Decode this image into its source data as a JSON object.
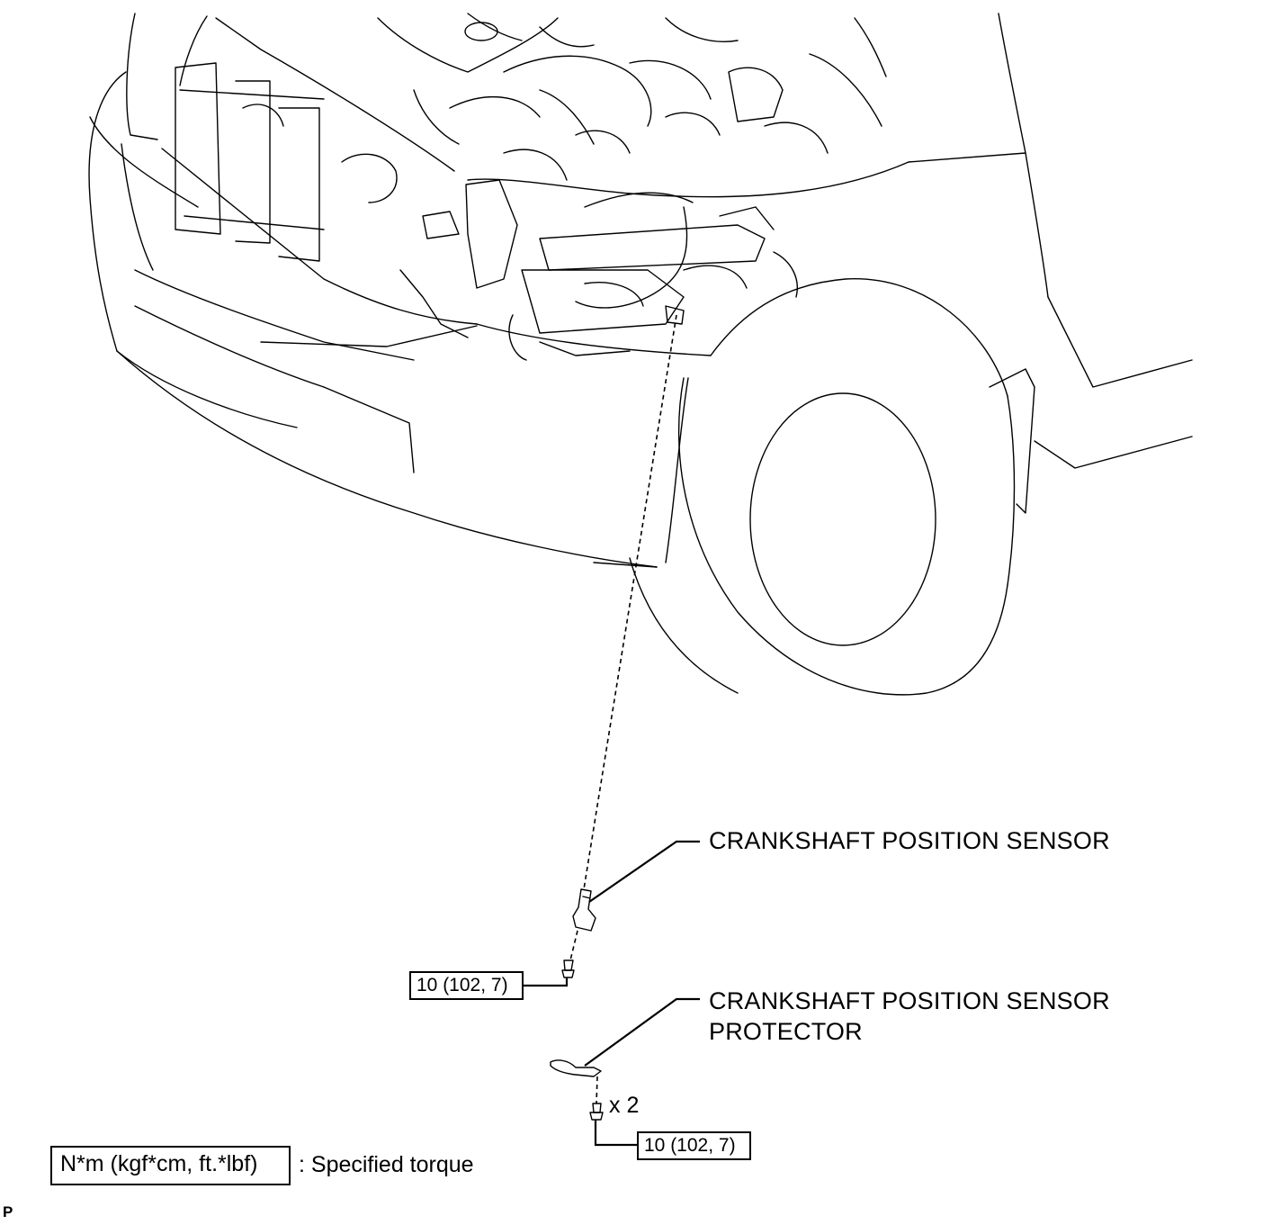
{
  "labels": {
    "sensor": "CRANKSHAFT POSITION SENSOR",
    "protector_line1": "CRANKSHAFT POSITION SENSOR",
    "protector_line2": "PROTECTOR"
  },
  "torque": {
    "sensor_bolt": "10 (102, 7)",
    "protector_bolt": "10 (102, 7)",
    "protector_bolt_qty": "x 2"
  },
  "legend": {
    "unit_box": "N*m (kgf*cm, ft.*lbf)",
    "description": ": Specified torque"
  },
  "corner_code": "P"
}
